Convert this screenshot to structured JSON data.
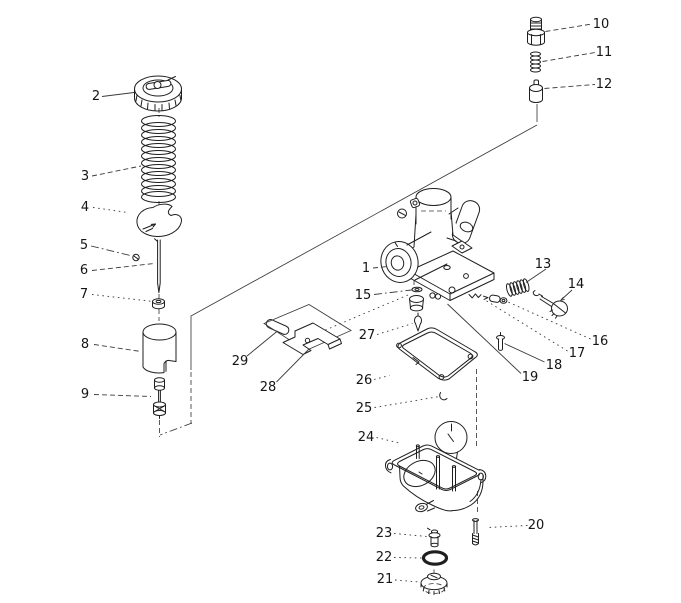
{
  "diagram": {
    "type": "exploded-parts-diagram",
    "subject": "carburetor assembly",
    "colors": {
      "background": "#ffffff",
      "line": "#1f1f1f"
    },
    "callouts": {
      "c1": "1",
      "c2": "2",
      "c3": "3",
      "c4": "4",
      "c5": "5",
      "c6": "6",
      "c7": "7",
      "c8": "8",
      "c9": "9",
      "c10": "10",
      "c11": "11",
      "c12": "12",
      "c13": "13",
      "c14": "14",
      "c15": "15",
      "c16": "16",
      "c17": "17",
      "c18": "18",
      "c19": "19",
      "c20": "20",
      "c21": "21",
      "c22": "22",
      "c23": "23",
      "c24": "24",
      "c25": "25",
      "c26": "26",
      "c27": "27",
      "c28": "28",
      "c29": "29"
    }
  }
}
